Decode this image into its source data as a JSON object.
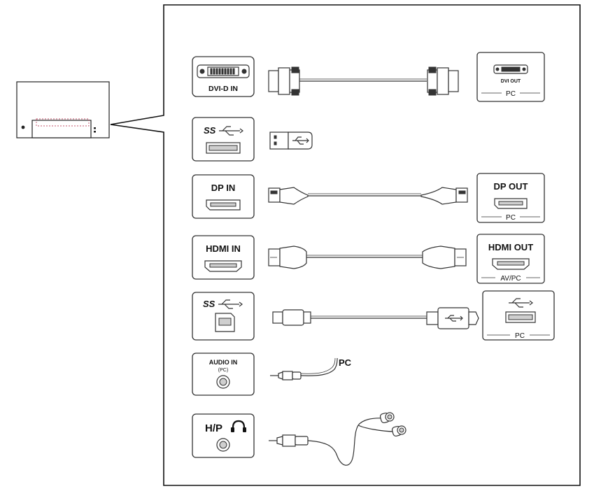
{
  "ports": {
    "dvi_in": "DVI-D IN",
    "dvi_out": "DVI OUT",
    "dvi_out_pc": "PC",
    "usb_up": "SS",
    "dp_in": "DP IN",
    "dp_out": "DP OUT",
    "dp_out_pc": "PC",
    "hdmi_in": "HDMI IN",
    "hdmi_out": "HDMI OUT",
    "hdmi_out_avpc": "AV/PC",
    "usb_b": "SS",
    "usb_pc": "PC",
    "audio_in": "AUDIO IN",
    "audio_in_sub": "(PC)",
    "audio_cable_pc": "PC",
    "headphone": "H/P"
  },
  "icons": [
    "usb-trident-icon",
    "headphone-icon",
    "audio-jack-icon",
    "dvi-connector-icon",
    "hdmi-connector-icon",
    "displayport-connector-icon"
  ]
}
